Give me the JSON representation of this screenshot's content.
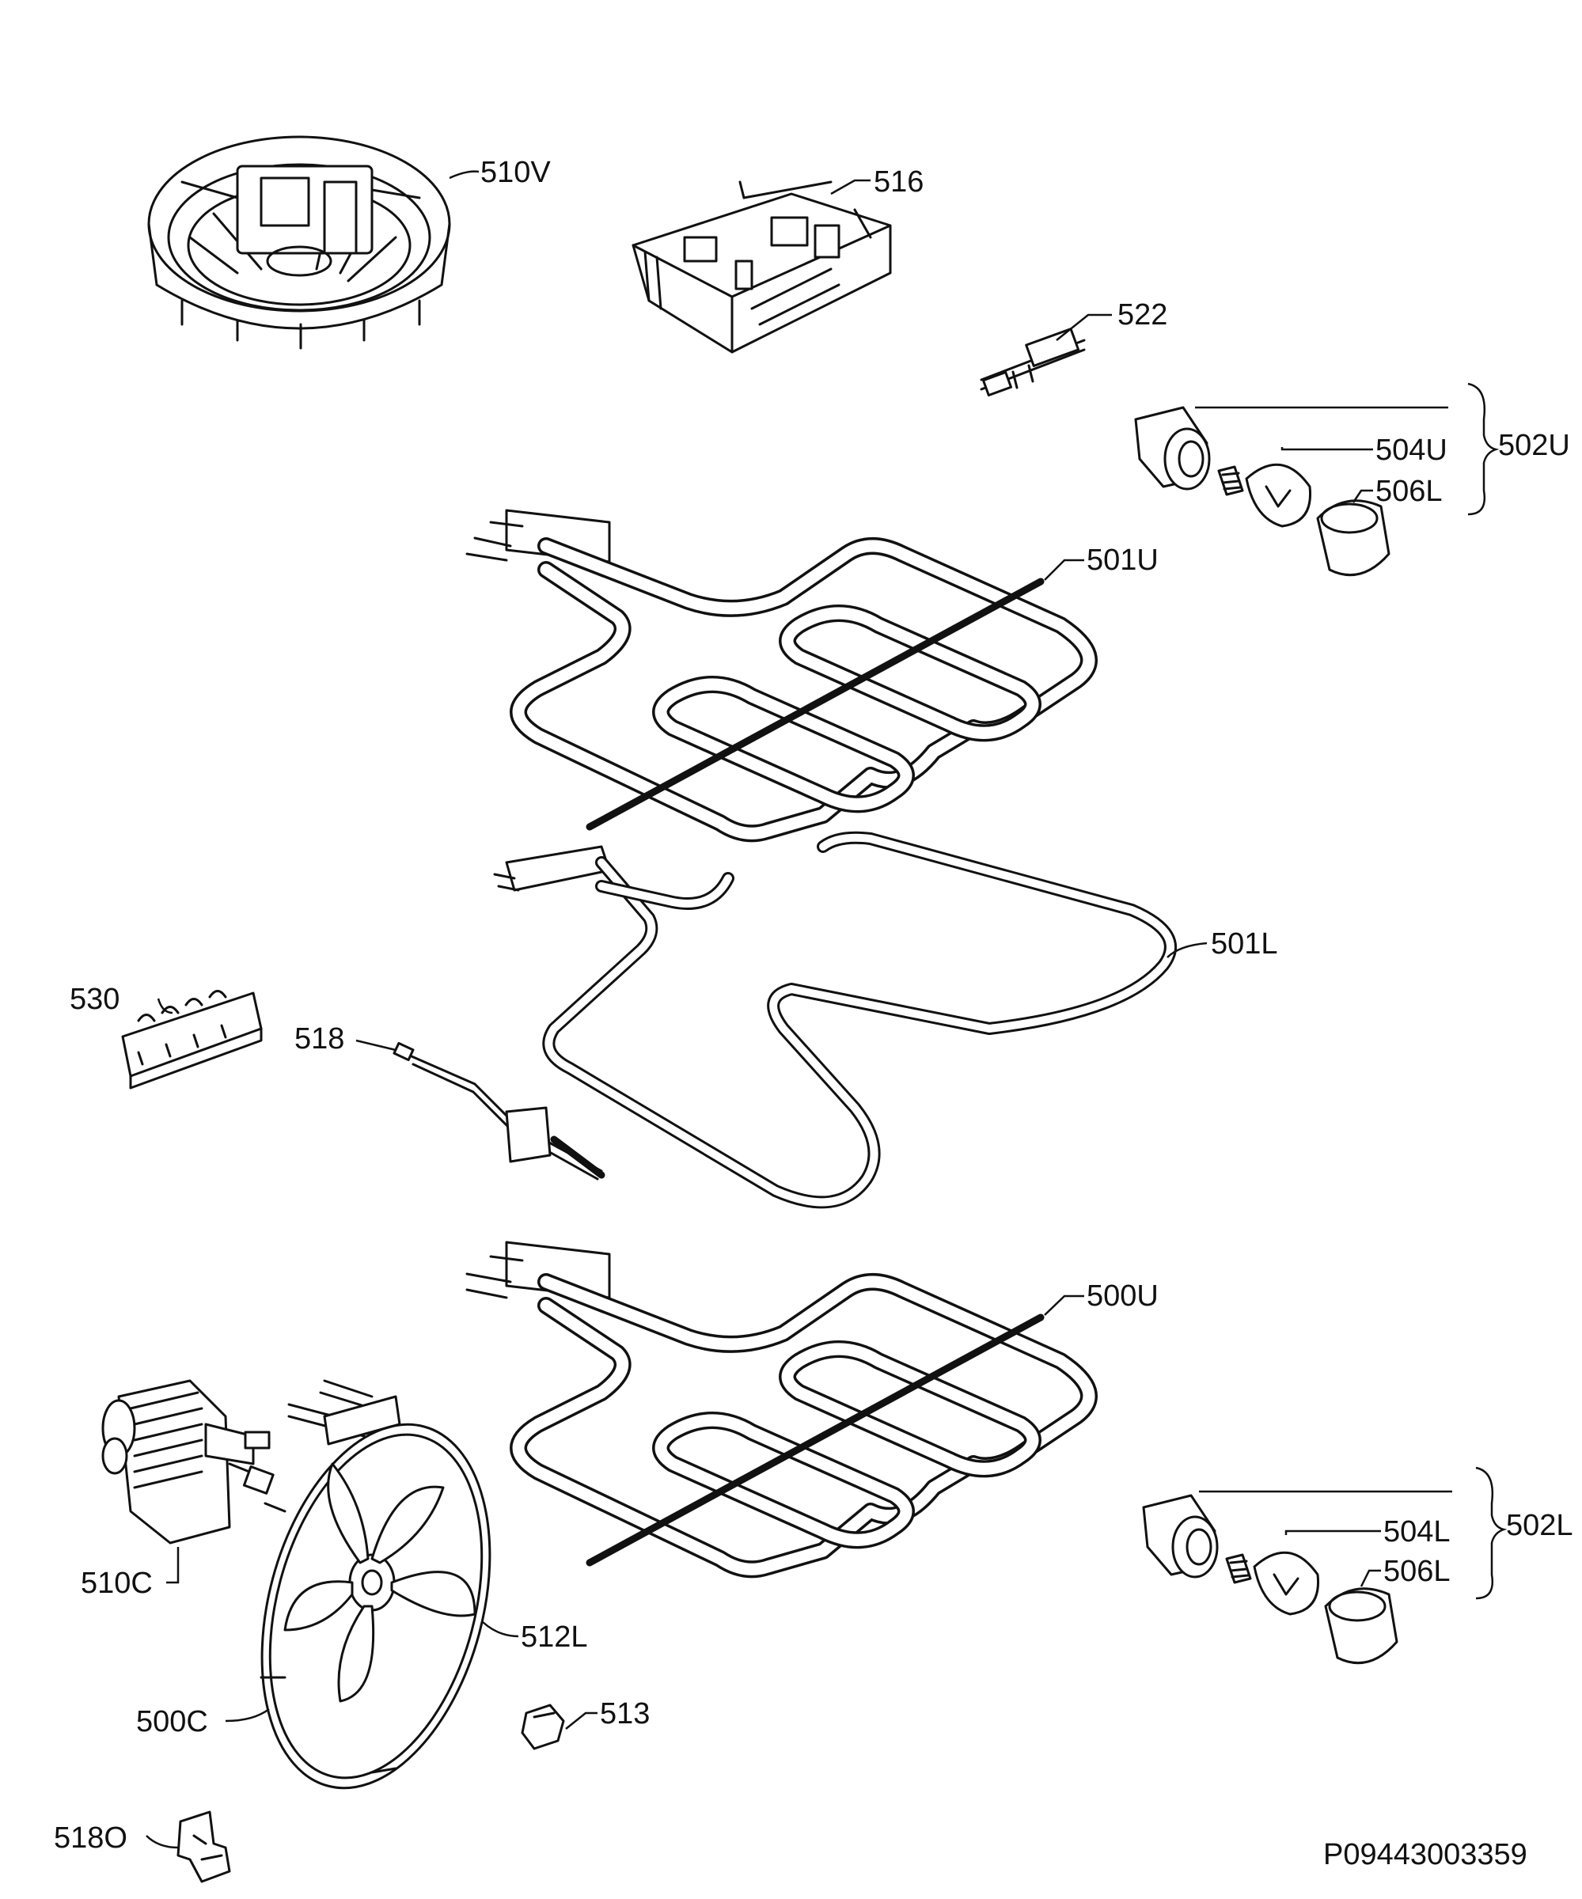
{
  "diagram": {
    "reference_code": "P09443003359",
    "callouts": [
      {
        "id": "510V",
        "text": "510V"
      },
      {
        "id": "516",
        "text": "516"
      },
      {
        "id": "522",
        "text": "522"
      },
      {
        "id": "504U",
        "text": "504U"
      },
      {
        "id": "502U",
        "text": "502U"
      },
      {
        "id": "506L_top",
        "text": "506L"
      },
      {
        "id": "501U",
        "text": "501U"
      },
      {
        "id": "501L",
        "text": "501L"
      },
      {
        "id": "530",
        "text": "530"
      },
      {
        "id": "518",
        "text": "518"
      },
      {
        "id": "500U",
        "text": "500U"
      },
      {
        "id": "504L",
        "text": "504L"
      },
      {
        "id": "502L",
        "text": "502L"
      },
      {
        "id": "506L_bottom",
        "text": "506L"
      },
      {
        "id": "510C",
        "text": "510C"
      },
      {
        "id": "512L",
        "text": "512L"
      },
      {
        "id": "500C",
        "text": "500C"
      },
      {
        "id": "513",
        "text": "513"
      },
      {
        "id": "518O",
        "text": "518O"
      }
    ]
  }
}
